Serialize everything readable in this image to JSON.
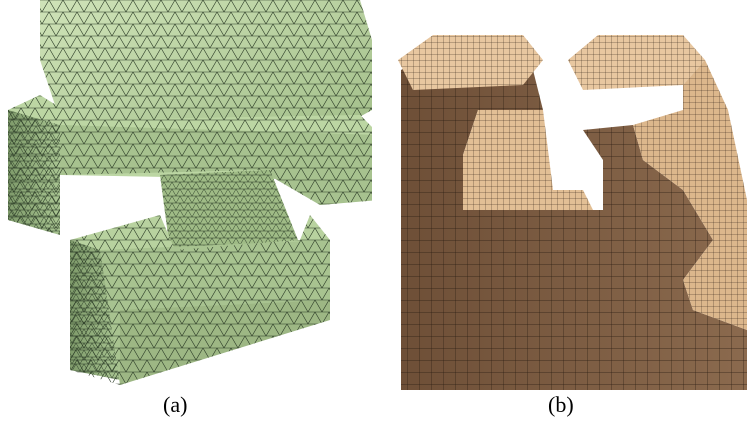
{
  "figure": {
    "captions": [
      "(a)",
      "(b)"
    ],
    "panels": [
      {
        "mesh_type": "triangular-surface-mesh",
        "fill": "#b7d49e",
        "edge": "#2a3a25"
      },
      {
        "mesh_type": "hexahedral-mesh",
        "fill": "#7a5a40",
        "face_light": "#e6c49c",
        "edge": "#2a1d12"
      }
    ]
  }
}
